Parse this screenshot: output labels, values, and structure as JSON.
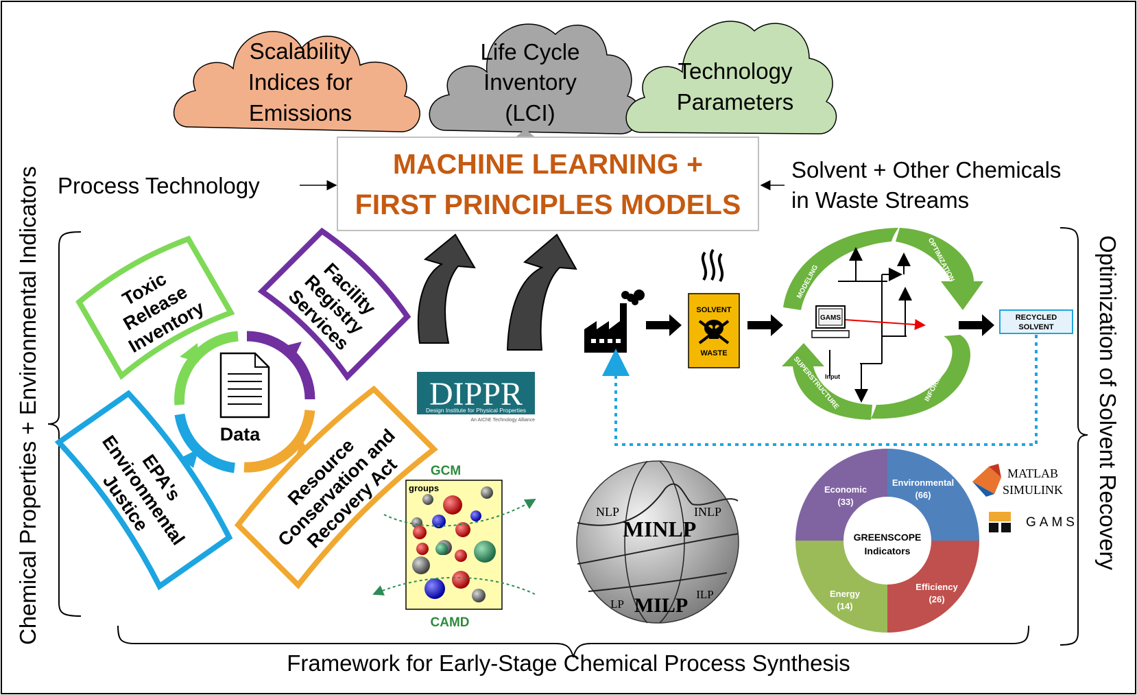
{
  "clouds": {
    "scalability": {
      "line1": "Scalability",
      "line2": "Indices for",
      "line3": "Emissions",
      "color": "#f2b08a"
    },
    "lci": {
      "line1": "Life Cycle",
      "line2": "Inventory",
      "line3": "(LCI)",
      "color": "#a6a6a6"
    },
    "technology": {
      "line1": "Technology",
      "line2": "Parameters",
      "color": "#c5e0b4"
    }
  },
  "ml_box": {
    "line1": "MACHINE LEARNING +",
    "line2": "FIRST PRINCIPLES MODELS",
    "color": "#c55a11"
  },
  "process_technology": "Process Technology",
  "solvent_chemicals": {
    "line1": "Solvent + Other Chemicals",
    "line2": "in Waste Streams"
  },
  "left_side_label": "Chemical Properties + Environmental Indicators",
  "right_side_label": "Optimization of Solvent Recovery",
  "bottom_label": "Framework for Early-Stage Chemical Process Synthesis",
  "data_sources": {
    "center": "Data",
    "tri": {
      "line1": "Toxic",
      "line2": "Release",
      "line3": "Inventory",
      "color": "#7ed957"
    },
    "frs": {
      "line1": "Facility",
      "line2": "Registry",
      "line3": "Services",
      "color": "#7030a0"
    },
    "epa": {
      "line1": "EPA's",
      "line2": "Environmental",
      "line3": "Justice",
      "color": "#1ca5e0"
    },
    "rcra": {
      "line1": "Resource",
      "line2": "Conservation and",
      "line3": "Recovery Act",
      "color": "#f0a830"
    }
  },
  "dippr": {
    "logo": "DIPPR",
    "subtitle": "Design Institute for Physical Properties",
    "tagline": "An AIChE Technology Alliance"
  },
  "gcm": {
    "top": "GCM",
    "groups": "groups",
    "bottom": "CAMD"
  },
  "solvent_waste": {
    "top": "SOLVENT",
    "bottom": "WASTE"
  },
  "optimization_cycle": {
    "modeling": "MODELING",
    "optimization": "OPTIMIZATION",
    "information": "INFORMATION",
    "superstructure": "SUPERSTRUCTURE",
    "gams": "GAMS",
    "input": "Input"
  },
  "recycled_solvent": {
    "line1": "RECYCLED",
    "line2": "SOLVENT"
  },
  "minlp": {
    "nlp": "NLP",
    "inlp": "INLP",
    "minlp": "MINLP",
    "milp": "MILP",
    "lp": "LP",
    "ilp": "ILP"
  },
  "greenscope": {
    "center1": "GREENSCOPE",
    "center2": "Indicators",
    "segments": [
      {
        "name": "Economic",
        "count": "(33)",
        "value": 33,
        "color": "#8064a2"
      },
      {
        "name": "Environmental",
        "count": "(66)",
        "value": 66,
        "color": "#4f81bd"
      },
      {
        "name": "Efficiency",
        "count": "(26)",
        "value": 26,
        "color": "#c0504d"
      },
      {
        "name": "Energy",
        "count": "(14)",
        "value": 14,
        "color": "#9bbb59"
      }
    ]
  },
  "software": {
    "matlab": "MATLAB",
    "simulink": "SIMULINK",
    "gams": "GAMS"
  }
}
